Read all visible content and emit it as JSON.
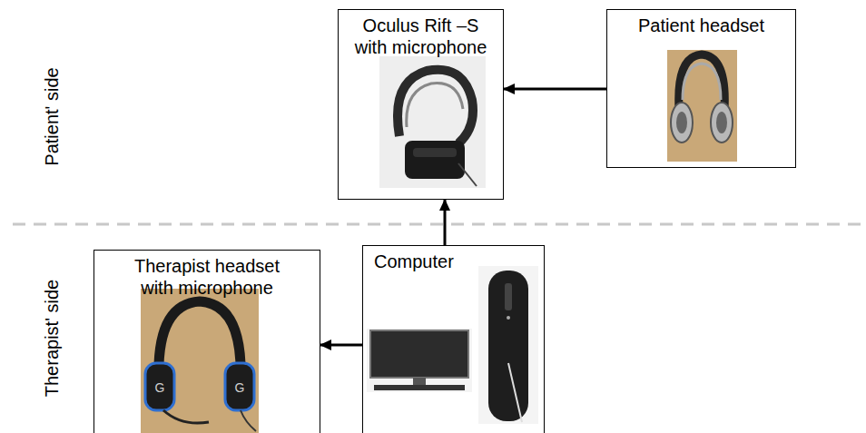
{
  "diagram": {
    "nodes": [
      {
        "text": [
          "Oculus Rift –S with microphone"
        ]
      },
      {
        "text": [
          "Patient headset"
        ]
      },
      {
        "text": [
          "Therapist headset with microphone"
        ]
      },
      {
        "text": [
          "Computer"
        ]
      }
    ],
    "edges": [
      {
        "from": 1,
        "to": 0,
        "arrow": "to"
      },
      {
        "from": 3,
        "to": 0,
        "arrow": "to"
      },
      {
        "from": 3,
        "to": 2,
        "arrow": "to"
      }
    ],
    "labels": [
      "Patient' side",
      "Therapist' side"
    ]
  }
}
